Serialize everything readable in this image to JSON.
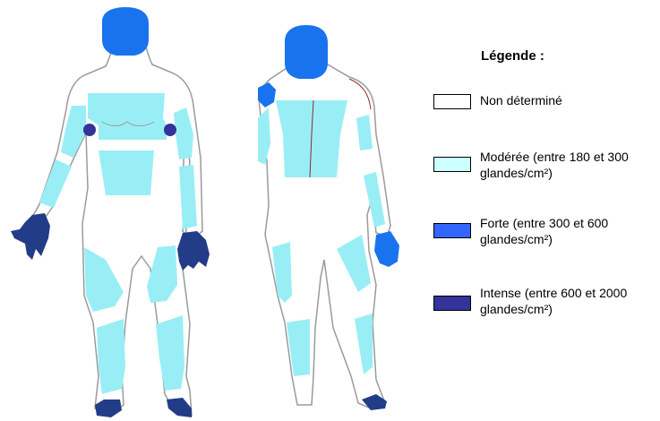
{
  "legend": {
    "title": "Légende :",
    "items": [
      {
        "label": "Non déterminé",
        "color": "#ffffff"
      },
      {
        "label": "Modérée (entre 180 et 300 glandes/cm²)",
        "color": "#ccffff"
      },
      {
        "label": "Forte (entre 300 et 600 glandes/cm²)",
        "color": "#3366ff"
      },
      {
        "label": "Intense (entre 600 et 2000 glandes/cm²)",
        "color": "#333399"
      }
    ]
  },
  "colors": {
    "outline": "#9a9a9a",
    "skin": "#ffffff",
    "moderate_zone": "#99eef6",
    "strong_zone": "#1a73ee",
    "intense_zone": "#223c88",
    "back_seam": "#8b2a2a"
  },
  "figures": [
    "front-view",
    "back-view"
  ]
}
